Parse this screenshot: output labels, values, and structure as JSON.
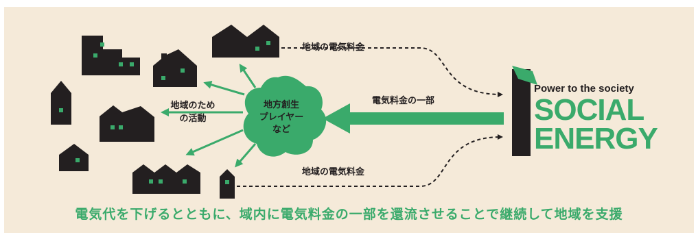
{
  "diagram": {
    "left_labels": {
      "activity_line1": "地域のため",
      "activity_line2": "の活動"
    },
    "center_blob": {
      "line1": "地方創生",
      "line2": "プレイヤー",
      "line3": "など"
    },
    "flows": {
      "top_fee": "地域の電気料金",
      "bottom_fee": "地域の電気料金",
      "return_part": "電気料金の一部"
    },
    "brand": {
      "tagline": "Power to the society",
      "name_line1": "SOCIAL",
      "name_line2": "ENERGY"
    },
    "caption": "電気代を下げるとともに、域内に電気料金の一部を還流させることで継続して地域を支援",
    "colors": {
      "background": "#f5ead9",
      "green": "#3aaa6b",
      "dark": "#231f20"
    }
  }
}
